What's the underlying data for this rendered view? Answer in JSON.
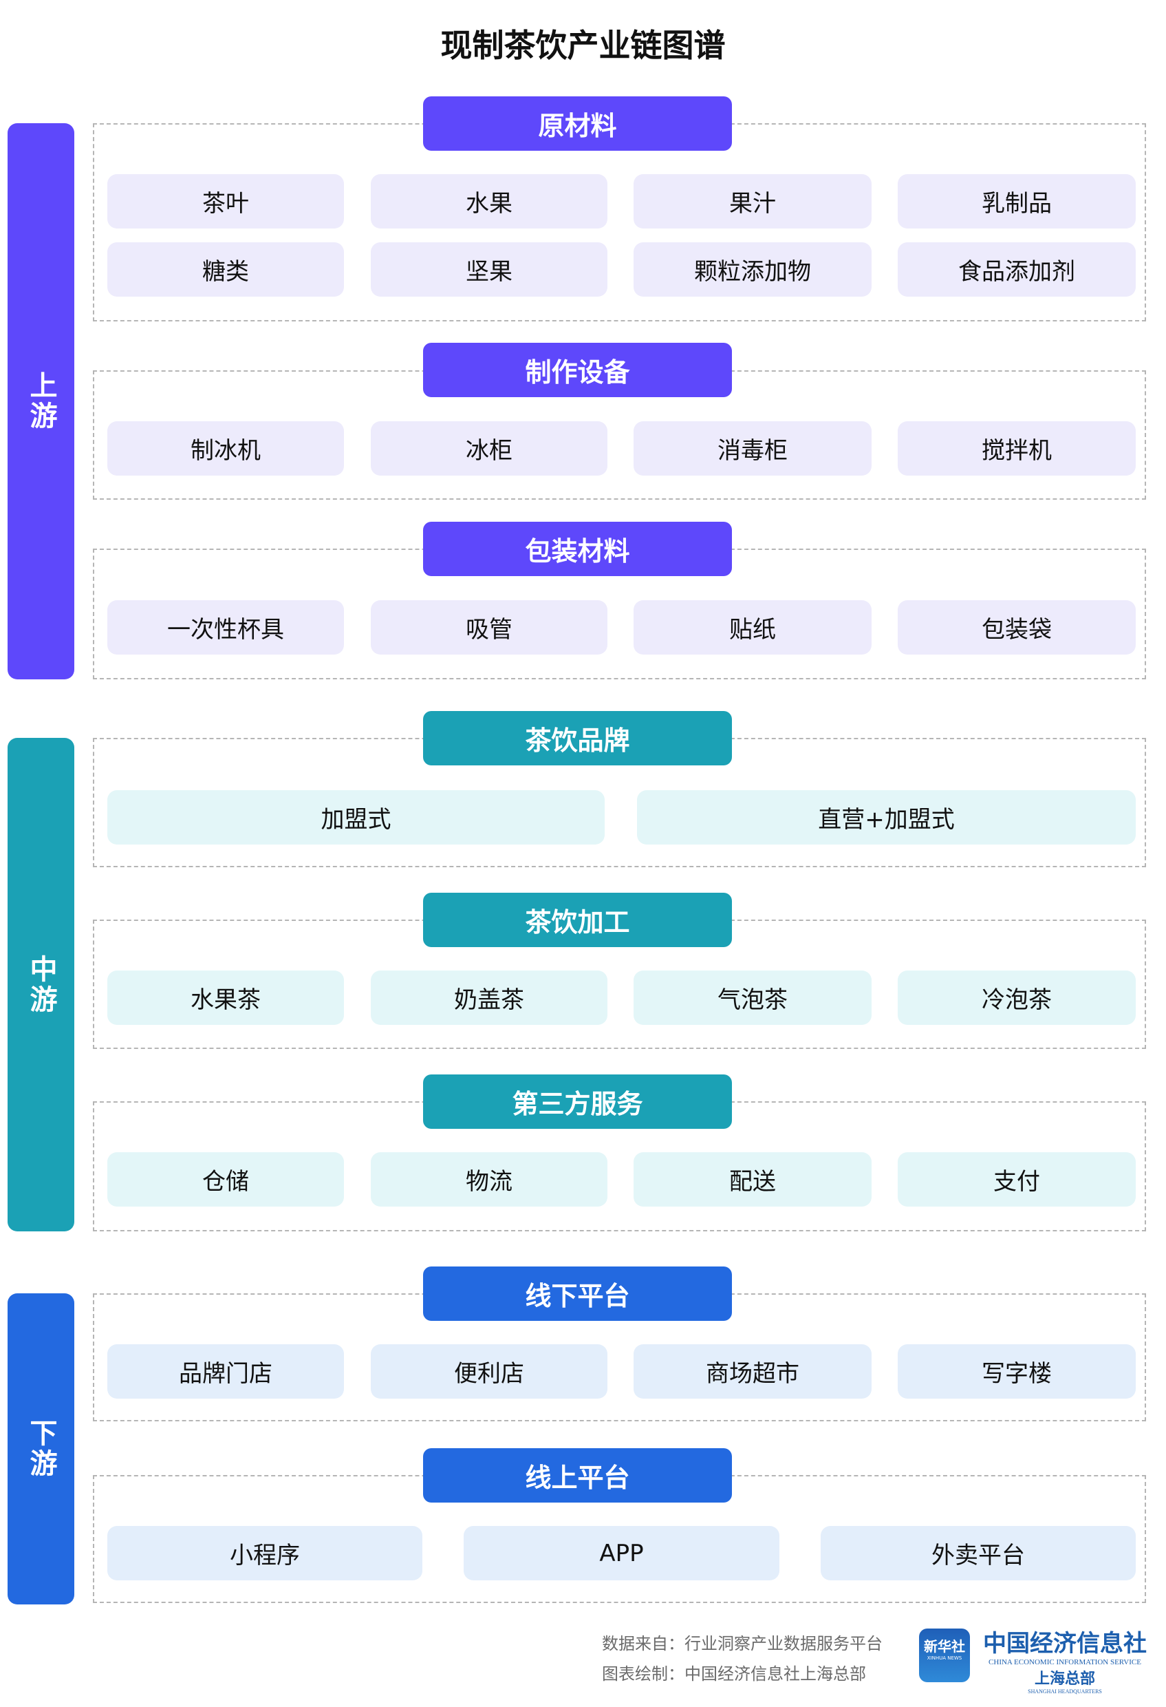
{
  "title": "现制茶饮产业链图谱",
  "colors": {
    "upstream": "#5E48FB",
    "midstream": "#1BA1B5",
    "downstream": "#2369E0"
  },
  "bands": {
    "upstream": "上游",
    "midstream": "中游",
    "downstream": "下游"
  },
  "sections": [
    {
      "title": "原材料",
      "items": [
        "茶叶",
        "水果",
        "果汁",
        "乳制品",
        "糖类",
        "坚果",
        "颗粒添加物",
        "食品添加剂"
      ]
    },
    {
      "title": "制作设备",
      "items": [
        "制冰机",
        "冰柜",
        "消毒柜",
        "搅拌机"
      ]
    },
    {
      "title": "包装材料",
      "items": [
        "一次性杯具",
        "吸管",
        "贴纸",
        "包装袋"
      ]
    },
    {
      "title": "茶饮品牌",
      "items": [
        "加盟式",
        "直营+加盟式"
      ]
    },
    {
      "title": "茶饮加工",
      "items": [
        "水果茶",
        "奶盖茶",
        "气泡茶",
        "冷泡茶"
      ]
    },
    {
      "title": "第三方服务",
      "items": [
        "仓储",
        "物流",
        "配送",
        "支付"
      ]
    },
    {
      "title": "线下平台",
      "items": [
        "品牌门店",
        "便利店",
        "商场超市",
        "写字楼"
      ]
    },
    {
      "title": "线上平台",
      "items": [
        "小程序",
        "APP",
        "外卖平台"
      ]
    }
  ],
  "footer": {
    "source": "数据来自：行业洞察产业数据服务平台",
    "credit": "图表绘制：中国经济信息社上海总部",
    "logo_xinhua": "新华社",
    "logo_xinhua_en": "XINHUA NEWS",
    "logo_ceis": "中国经济信息社",
    "logo_ceis_en": "CHINA ECONOMIC INFORMATION SERVICE",
    "logo_ceis_sub": "上海总部",
    "logo_ceis_sub_en": "SHANGHAI HEADQUARTERS"
  }
}
